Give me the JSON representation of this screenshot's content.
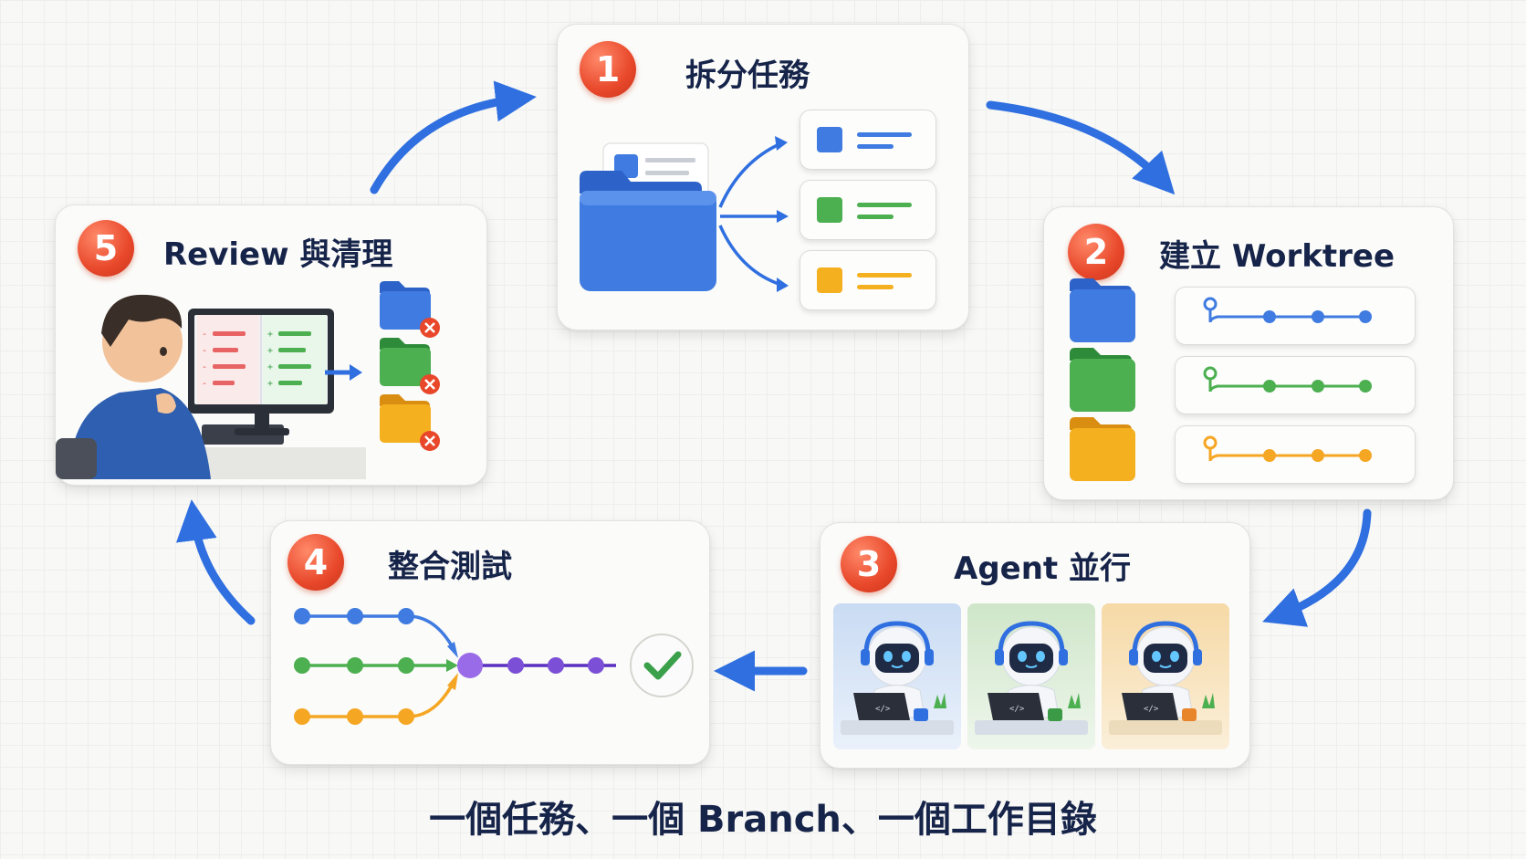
{
  "steps": [
    {
      "number": "1",
      "title": "拆分任務"
    },
    {
      "number": "2",
      "title": "建立 Worktree"
    },
    {
      "number": "3",
      "title": "Agent 並行"
    },
    {
      "number": "4",
      "title": "整合測試"
    },
    {
      "number": "5",
      "title": "Review 與清理"
    }
  ],
  "caption": "一個任務、一個 Branch、一個工作目錄",
  "colors": {
    "blue": "#3f7be0",
    "green": "#4caf50",
    "orange": "#f5a623",
    "purple": "#7b4fd6",
    "badge": "#e8472a",
    "arrow": "#2f6fe0"
  },
  "icons": [
    "folder-icon",
    "document-icon",
    "branch-icon",
    "robot-icon",
    "laptop-icon",
    "checkmark-icon",
    "close-icon",
    "monitor-icon",
    "person-icon"
  ]
}
